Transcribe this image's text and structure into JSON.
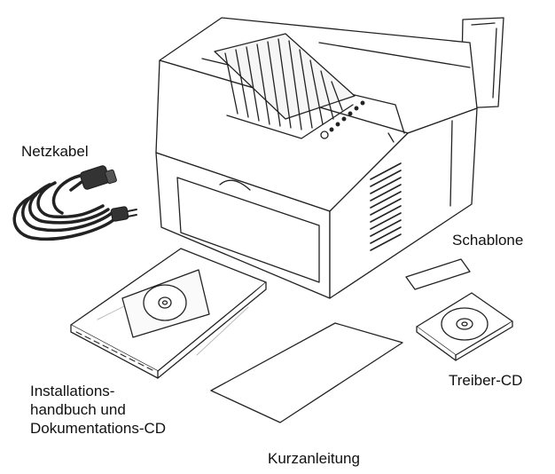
{
  "labels": {
    "power_cord": "Netzkabel",
    "template": "Schablone",
    "driver_cd": "Treiber-CD",
    "install_lines": [
      "Installations-",
      "handbuch und",
      "Dokumentations-CD"
    ],
    "quick_ref": "Kurzanleitung"
  },
  "colors": {
    "line": "#222222",
    "fill": "#ffffff"
  }
}
